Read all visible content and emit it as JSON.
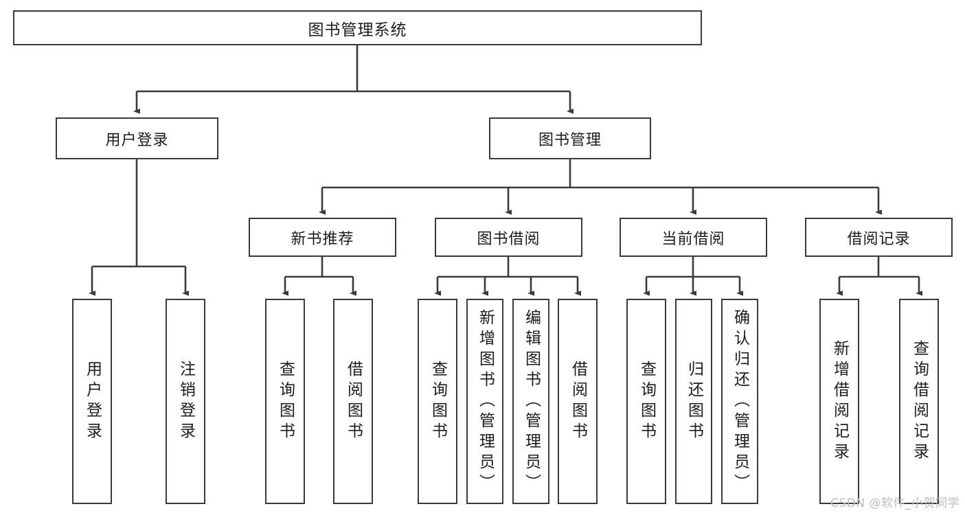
{
  "diagram": {
    "title": "图书管理系统",
    "type": "tree-hierarchy-diagram",
    "style": {
      "box_border_color": "#3a3a3a",
      "box_fill_color": "#ffffff",
      "connector_color": "#3a3a3a",
      "text_color": "#1c1c1c",
      "background": "#ffffff"
    },
    "root": {
      "label": "图书管理系统"
    },
    "level2": [
      {
        "label": "用户登录"
      },
      {
        "label": "图书管理"
      }
    ],
    "level3": [
      {
        "label": "新书推荐"
      },
      {
        "label": "图书借阅"
      },
      {
        "label": "当前借阅"
      },
      {
        "label": "借阅记录"
      }
    ],
    "leaves": {
      "user_login": [
        {
          "label": "用户登录"
        },
        {
          "label": "注销登录"
        }
      ],
      "new_book_recommend": [
        {
          "label": "查询图书"
        },
        {
          "label": "借阅图书"
        }
      ],
      "book_borrow": [
        {
          "label": "查询图书"
        },
        {
          "label": "新增图书（管理员）"
        },
        {
          "label": "编辑图书（管理员）"
        },
        {
          "label": "借阅图书"
        }
      ],
      "current_borrow": [
        {
          "label": "查询图书"
        },
        {
          "label": "归还图书"
        },
        {
          "label": "确认归还（管理员）"
        }
      ],
      "borrow_record": [
        {
          "label": "新增借阅记录"
        },
        {
          "label": "查询借阅记录"
        }
      ]
    }
  },
  "watermark": {
    "text": "CSDN @软件_小贺同学"
  }
}
